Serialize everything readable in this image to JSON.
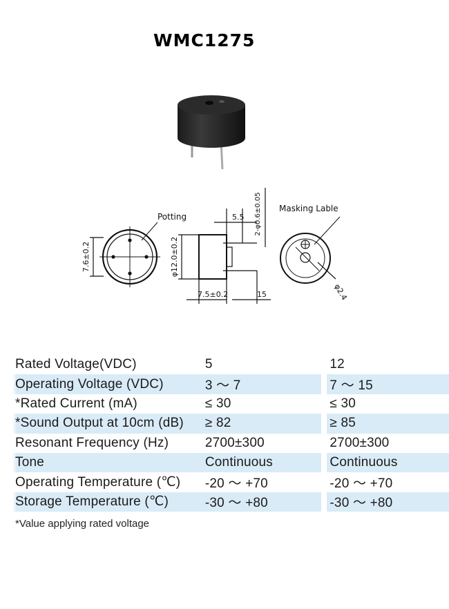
{
  "title": "WMC1275",
  "drawing": {
    "potting_label": "Potting",
    "masking_label": "Masking Lable",
    "dim_height": "7.6±0.2",
    "dim_diameter": "φ12.0±0.2",
    "dim_pin_pitch": "5.5",
    "dim_pin_dia": "2-φ0.6±0.05",
    "dim_body": "7.5±0.2",
    "dim_pin_len": "15",
    "dim_hole": "φ2.4"
  },
  "specs": {
    "rows": [
      {
        "label": "Rated Voltage(VDC)",
        "v5": "5",
        "v12": "12",
        "shade": false
      },
      {
        "label": "Operating Voltage (VDC)",
        "v5": "3 ～ 7",
        "v12": "7 ～ 15",
        "shade": true
      },
      {
        "label": "*Rated Current (mA)",
        "v5": "≤ 30",
        "v12": "≤ 30",
        "shade": false
      },
      {
        "label": "*Sound Output at 10cm (dB)",
        "v5": "≥ 82",
        "v12": "≥ 85",
        "shade": true
      },
      {
        "label": "Resonant Frequency (Hz)",
        "v5": "2700±300",
        "v12": "2700±300",
        "shade": false
      },
      {
        "label": "Tone",
        "v5": "Continuous",
        "v12": "Continuous",
        "shade": true
      },
      {
        "label": "Operating Temperature (℃)",
        "v5": "-20 ～ +70",
        "v12": "-20 ～ +70",
        "shade": false
      },
      {
        "label": "Storage Temperature (℃)",
        "v5": "-30 ～ +80",
        "v12": "-30 ～ +80",
        "shade": true
      }
    ]
  },
  "footnote": "*Value applying rated voltage"
}
